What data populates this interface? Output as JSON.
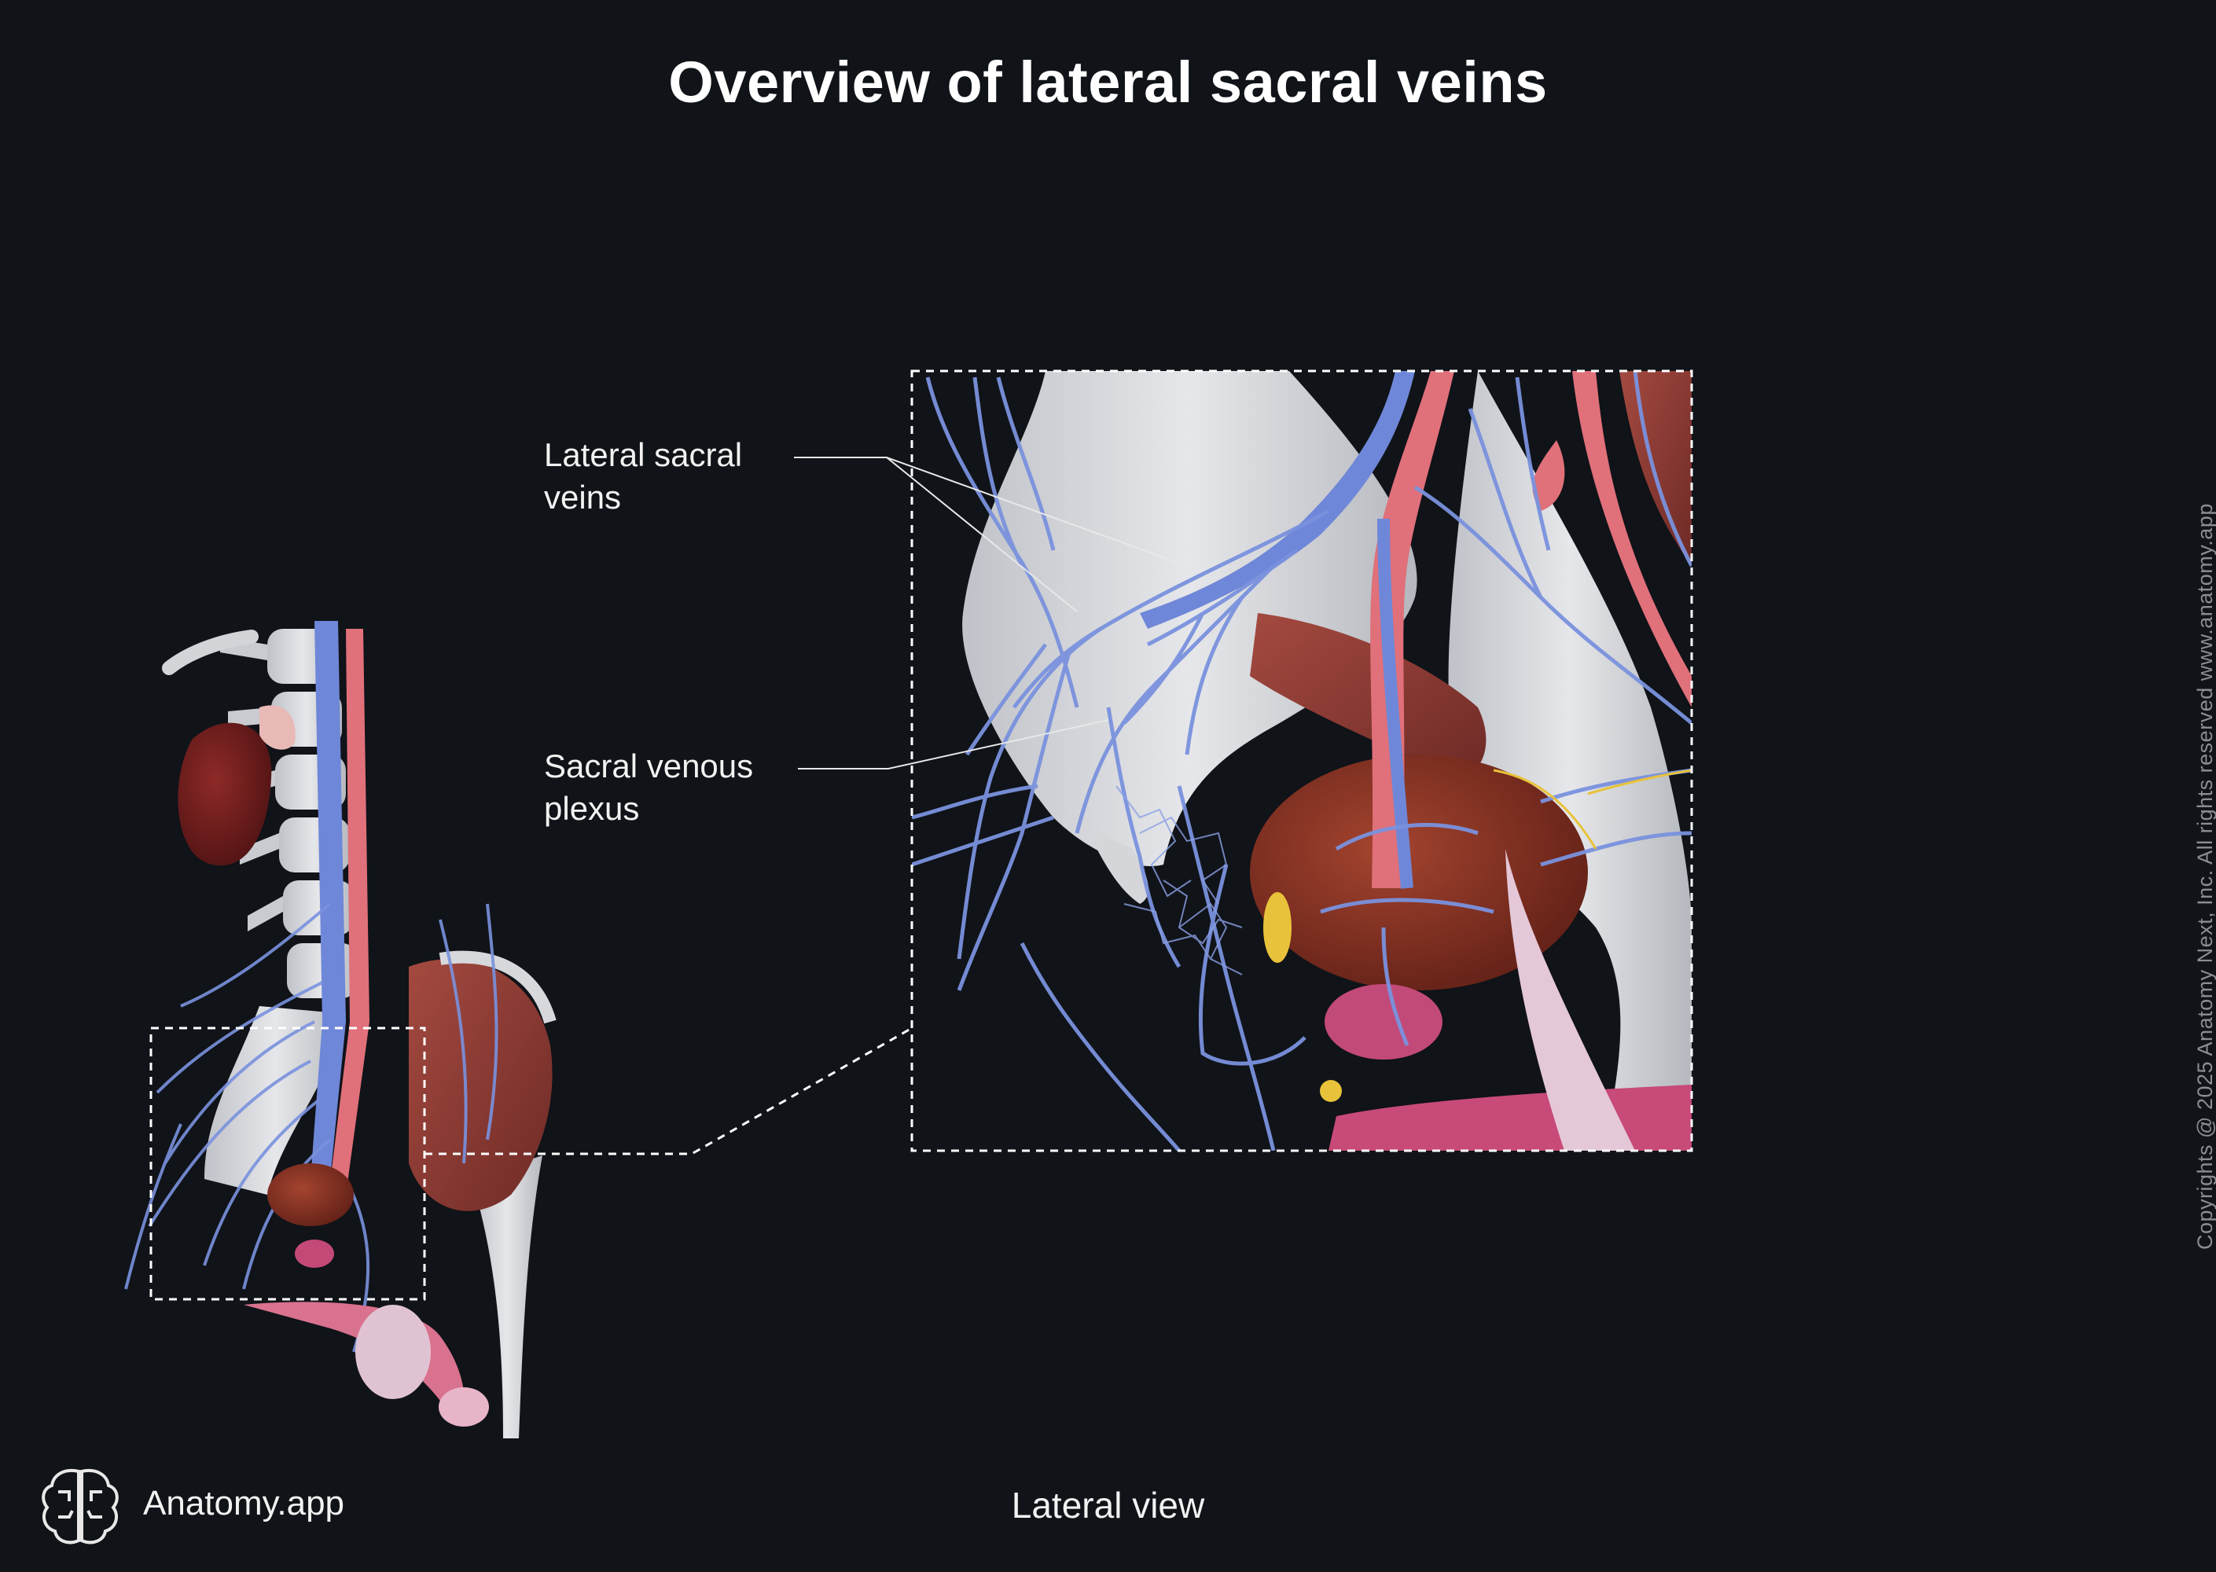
{
  "title": "Overview of lateral sacral veins",
  "labels": {
    "lateral_sacral": [
      "Lateral sacral",
      "veins"
    ],
    "sacral_plexus": [
      "Sacral venous",
      "plexus"
    ]
  },
  "view_label": "Lateral view",
  "brand": {
    "name": "Anatomy.app",
    "icon": "brain-logo-icon"
  },
  "copyright": "Copyrights @ 2025 Anatomy Next, Inc. All rights reserved www.anatomy.app",
  "colors": {
    "background": "#101318",
    "vein": "#6f87d8",
    "artery": "#e0707a",
    "bone": "#d9dbe0",
    "muscle": "#8c3a34",
    "label_line": "#e8e8e8"
  }
}
